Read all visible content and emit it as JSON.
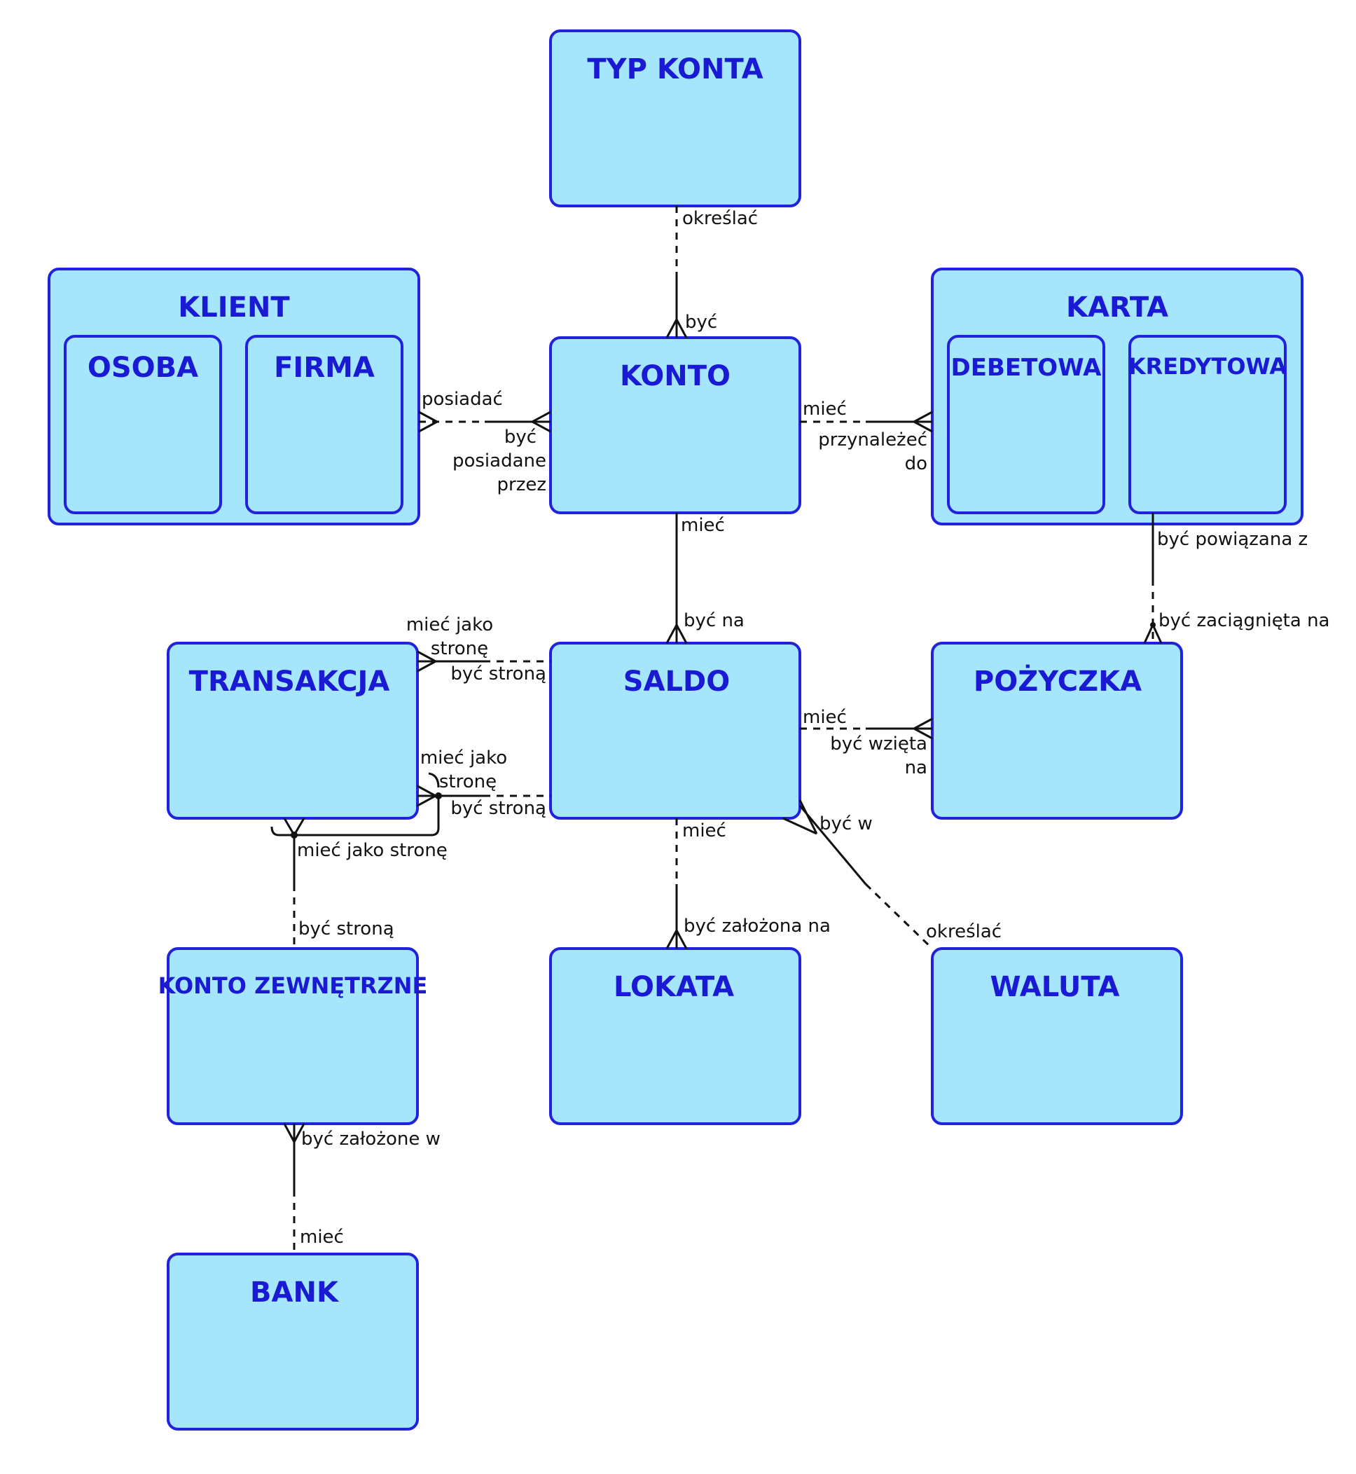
{
  "entities": {
    "typ_konta": "TYP KONTA",
    "klient": "KLIENT",
    "osoba": "OSOBA",
    "firma": "FIRMA",
    "konto": "KONTO",
    "karta": "KARTA",
    "debetowa": "DEBETOWA",
    "kredytowa": "KREDYTOWA",
    "transakcja": "TRANSAKCJA",
    "saldo": "SALDO",
    "pozyczka": "POŻYCZKA",
    "konto_zewnetrzne": "KONTO ZEWNĘTRZNE",
    "lokata": "LOKATA",
    "waluta": "WALUTA",
    "bank": "BANK"
  },
  "relationships": {
    "typkonta_konto": {
      "from_label": "określać",
      "to_label": "być"
    },
    "klient_konto": {
      "from_label": "posiadać",
      "to_label_lines": [
        "być",
        "posiadane",
        "przez"
      ]
    },
    "konto_karta": {
      "from_label": "mieć",
      "to_label_lines": [
        "przynależeć",
        "do"
      ]
    },
    "konto_saldo": {
      "from_label": "mieć",
      "to_label": "być na"
    },
    "kredytowa_pozyczka": {
      "from_label": "być powiązana z",
      "to_label": "być zaciągnięta na"
    },
    "transakcja_saldo_1": {
      "from_label_lines": [
        "mieć jako",
        "stronę"
      ],
      "to_label": "być stroną"
    },
    "transakcja_saldo_2": {
      "from_label_lines": [
        "mieć jako",
        "stronę"
      ],
      "to_label": "być stroną"
    },
    "saldo_pozyczka": {
      "from_label": "mieć",
      "to_label_lines": [
        "być wzięta",
        "na"
      ]
    },
    "saldo_waluta": {
      "from_label": "być w",
      "to_label": "określać"
    },
    "saldo_lokata": {
      "from_label": "mieć",
      "to_label": "być założona na"
    },
    "transakcja_konto_zewnetrzne": {
      "from_label": "mieć jako stronę",
      "to_label": "być stroną"
    },
    "konto_zewnetrzne_bank": {
      "from_label": "być założone w",
      "to_label": "mieć"
    }
  }
}
